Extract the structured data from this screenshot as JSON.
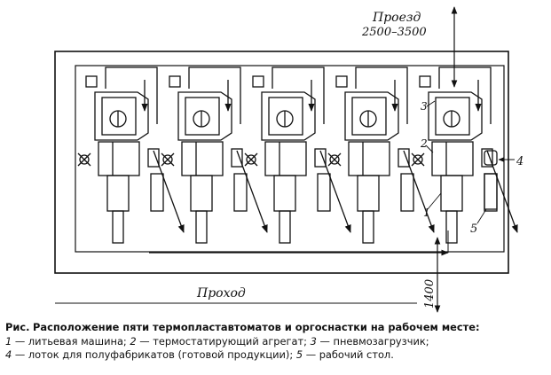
{
  "labels": {
    "proezd": "Проезд",
    "proezd_dim": "2500–3500",
    "prokhod": "Проход",
    "dim_1400": "1400",
    "callout_1": "1",
    "callout_2": "2",
    "callout_3": "3",
    "callout_4": "4",
    "callout_5": "5"
  },
  "caption": {
    "title_prefix": "Рис.",
    "title_text": "Расположение пяти термопластавтоматов и оргоснастки на рабочем месте:",
    "legend_1_num": "1",
    "legend_1_text": "— литьевая машина;",
    "legend_2_num": "2",
    "legend_2_text": "— термостатирующий агрегат;",
    "legend_3_num": "3",
    "legend_3_text": "— пневмозагрузчик;",
    "legend_4_num": "4",
    "legend_4_text": "— лоток для полуфабрикатов (готовой продукции);",
    "legend_5_num": "5",
    "legend_5_text": "— рабочий стол."
  },
  "machines": [
    {
      "id": "machine-1"
    },
    {
      "id": "machine-2"
    },
    {
      "id": "machine-3"
    },
    {
      "id": "machine-4"
    },
    {
      "id": "machine-5"
    }
  ]
}
